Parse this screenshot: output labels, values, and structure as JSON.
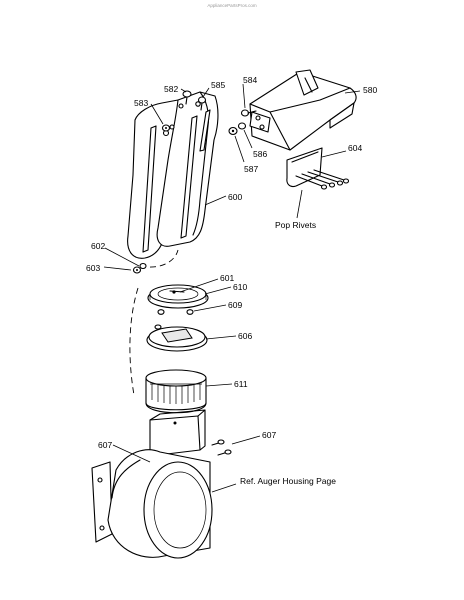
{
  "watermark": "AppliancePartsPros.com",
  "labels": {
    "l580": "580",
    "l582": "582",
    "l583": "583",
    "l584": "584",
    "l585": "585",
    "l586": "586",
    "l587": "587",
    "l600": "600",
    "l601": "601",
    "l602": "602",
    "l603": "603",
    "l604": "604",
    "l606": "606",
    "l607a": "607",
    "l607b": "607",
    "l609": "609",
    "l610": "610",
    "l611": "611",
    "pop_rivets": "Pop Rivets",
    "ref_auger": "Ref. Auger Housing Page"
  }
}
